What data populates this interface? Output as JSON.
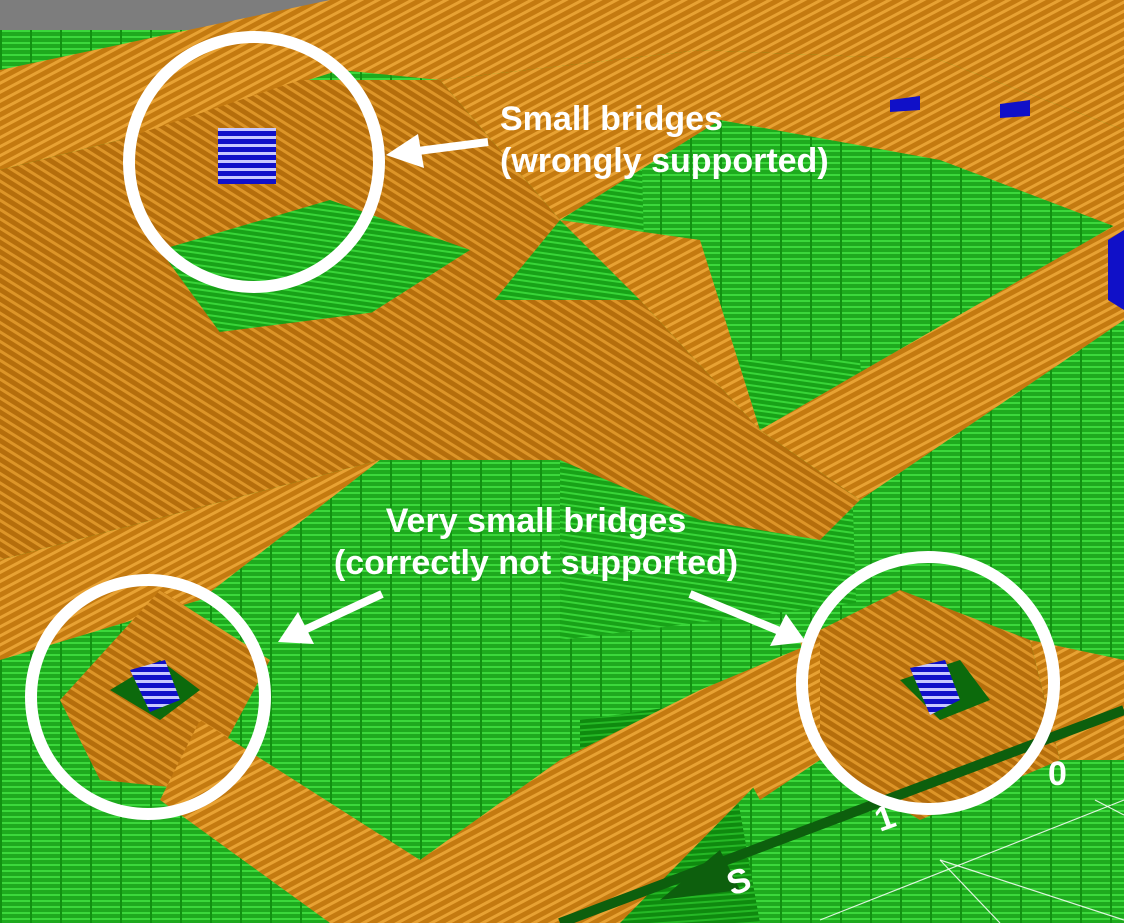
{
  "scene": {
    "colors": {
      "bridge_orange": "#c87d12",
      "bridge_orange_light": "#e59a2a",
      "support_green": "#1aa11a",
      "support_green_light": "#31d131",
      "bridge_blue": "#1010c8",
      "bed_gray": "#8a8a8a",
      "annotation_white": "#ffffff"
    },
    "icons": [
      "circle-highlight-icon",
      "arrow-icon",
      "axis-arrow-icon"
    ]
  },
  "annotations": {
    "top_line1": "Small bridges",
    "top_line2": "(wrongly supported)",
    "bottom_line1": "Very small bridges",
    "bottom_line2": "(correctly not supported)"
  },
  "axis": {
    "tick_label_1": "0",
    "tick_label_2": "1",
    "tick_label_3": "S"
  }
}
